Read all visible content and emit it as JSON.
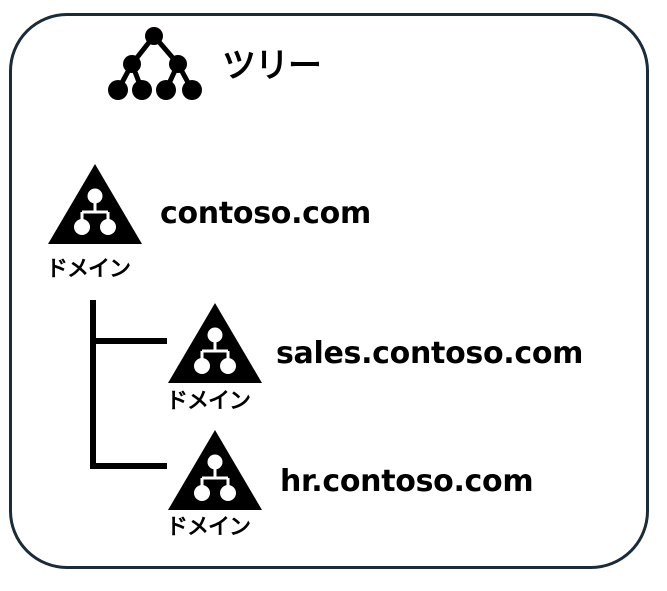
{
  "tree": {
    "title": "ツリー",
    "icon": "tree-hierarchy-icon"
  },
  "domains": [
    {
      "name": "contoso.com",
      "type_label": "ドメイン",
      "icon": "domain-triangle-icon",
      "level": 0
    },
    {
      "name": "sales.contoso.com",
      "type_label": "ドメイン",
      "icon": "domain-triangle-icon",
      "level": 1
    },
    {
      "name": "hr.contoso.com",
      "type_label": "ドメイン",
      "icon": "domain-triangle-icon",
      "level": 1
    }
  ],
  "colors": {
    "frame_border": "#1a2b3a",
    "ink": "#000000",
    "background": "#ffffff"
  }
}
